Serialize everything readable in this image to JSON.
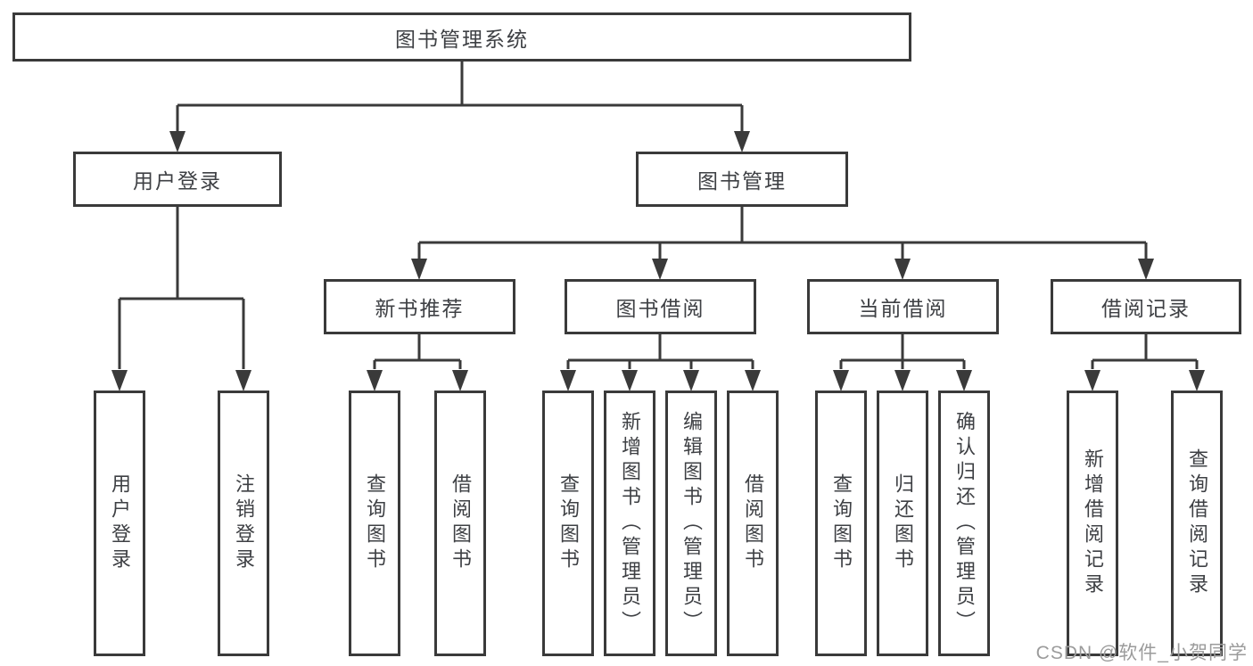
{
  "diagram": {
    "title": "图书管理系统",
    "nodes": {
      "root": "图书管理系统",
      "user_login": "用户登录",
      "book_management": "图书管理",
      "new_book_recommend": "新书推荐",
      "book_borrowing": "图书借阅",
      "current_borrowing": "当前借阅",
      "borrowing_records": "借阅记录",
      "user_login_leaves": [
        "用户登录",
        "注销登录"
      ],
      "new_book_leaves": [
        "查询图书",
        "借阅图书"
      ],
      "book_borrowing_leaves": [
        "查询图书",
        "新增图书（管理员）",
        "编辑图书（管理员）",
        "借阅图书"
      ],
      "current_borrowing_leaves": [
        "查询图书",
        "归还图书",
        "确认归还（管理员）"
      ],
      "borrowing_records_leaves": [
        "新增借阅记录",
        "查询借阅记录"
      ]
    },
    "colors": {
      "line": "#3a3a3a",
      "text": "#3e4044",
      "background": "#ffffff",
      "watermark": "#9b9b9b"
    }
  },
  "watermark": {
    "text": "CSDN @软件_小贺同学"
  }
}
